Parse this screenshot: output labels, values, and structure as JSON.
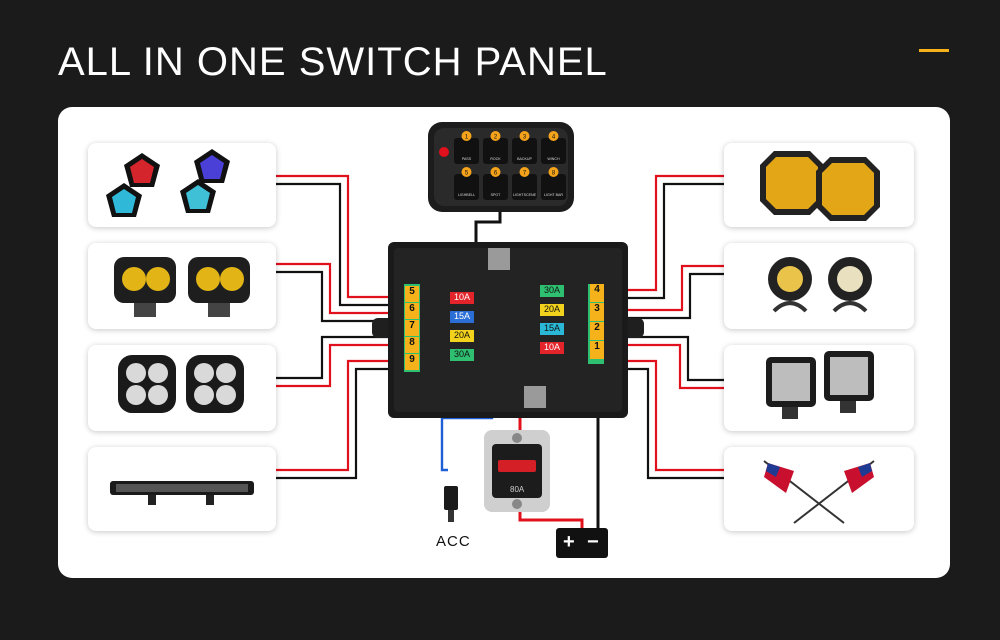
{
  "title": "ALL IN ONE SWITCH PANEL",
  "acc_label": "ACC",
  "battery": {
    "plus": "+",
    "minus": "−"
  },
  "switch_panel": {
    "numbers": [
      "1",
      "2",
      "3",
      "4",
      "5",
      "6",
      "7",
      "8"
    ],
    "labels": [
      "PASS",
      "ROCK",
      "BACKUP",
      "WINCH",
      "LIGHBELL",
      "SPOT",
      "LIGHTSCENE",
      "LIGHT BAR"
    ]
  },
  "fuse_left": {
    "slots": [
      "5",
      "6",
      "7",
      "8",
      "9"
    ],
    "ratings": [
      "10A",
      "15A",
      "20A",
      "30A"
    ],
    "colors": [
      "#e3242b",
      "#2b6fd6",
      "#f2d21c",
      "#2fbf71"
    ]
  },
  "fuse_right": {
    "slots": [
      "4",
      "3",
      "2",
      "1"
    ],
    "ratings": [
      "30A",
      "20A",
      "15A",
      "10A"
    ],
    "colors": [
      "#2fbf71",
      "#f2d21c",
      "#2bb8d6",
      "#e3242b"
    ]
  },
  "breaker_label": "80A",
  "colors": {
    "accent": "#f5b21a",
    "wire_red": "#e0101c",
    "wire_black": "#111111",
    "wire_blue": "#1f5fd6",
    "background": "#1b1b1b"
  }
}
